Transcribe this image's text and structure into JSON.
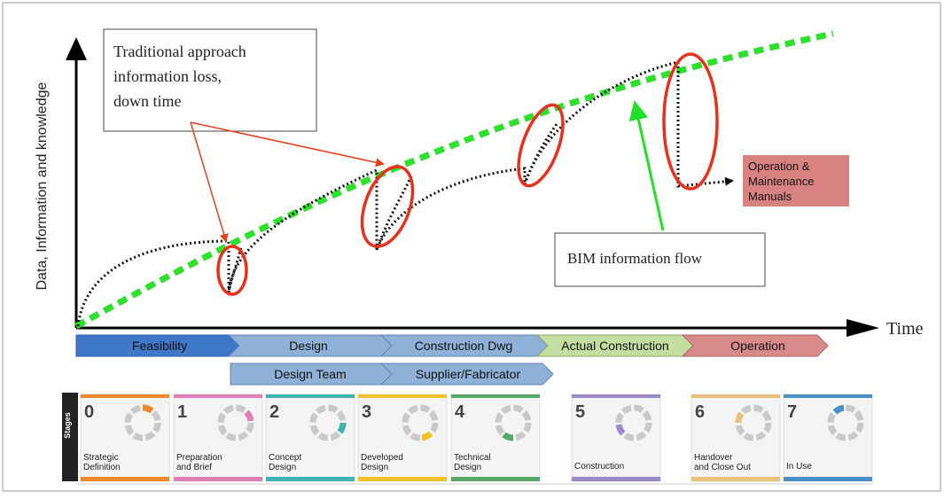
{
  "diagram": {
    "y_axis_label": "Data, Information and knowledge",
    "x_axis_label": "Time",
    "callouts": {
      "traditional": [
        "Traditional approach",
        "information loss,",
        "down time"
      ],
      "bim": "BIM information flow",
      "om": [
        "Operation &",
        "Maintenance",
        "Manuals"
      ]
    },
    "phases": [
      "Feasibility",
      "Design",
      "Construction Dwg",
      "Actual Construction",
      "Operation"
    ],
    "teams": [
      "Design Team",
      "Supplier/Fabricator"
    ],
    "stages_tab": "Stages",
    "stages": [
      {
        "num": "0",
        "label": [
          "Strategic",
          "Definition"
        ],
        "color": "#ef8a2a"
      },
      {
        "num": "1",
        "label": [
          "Preparation",
          "and Brief"
        ],
        "color": "#e07fb6"
      },
      {
        "num": "2",
        "label": [
          "Concept",
          "Design"
        ],
        "color": "#3fb3b0"
      },
      {
        "num": "3",
        "label": [
          "Developed",
          "Design"
        ],
        "color": "#f2c22a"
      },
      {
        "num": "4",
        "label": [
          "Technical",
          "Design"
        ],
        "color": "#56a867"
      },
      {
        "num": "5",
        "label": [
          "Construction"
        ],
        "color": "#9a8ac8"
      },
      {
        "num": "6",
        "label": [
          "Handover",
          "and Close Out"
        ],
        "color": "#e8c27a"
      },
      {
        "num": "7",
        "label": [
          "In Use"
        ],
        "color": "#4a8fc8"
      }
    ]
  }
}
